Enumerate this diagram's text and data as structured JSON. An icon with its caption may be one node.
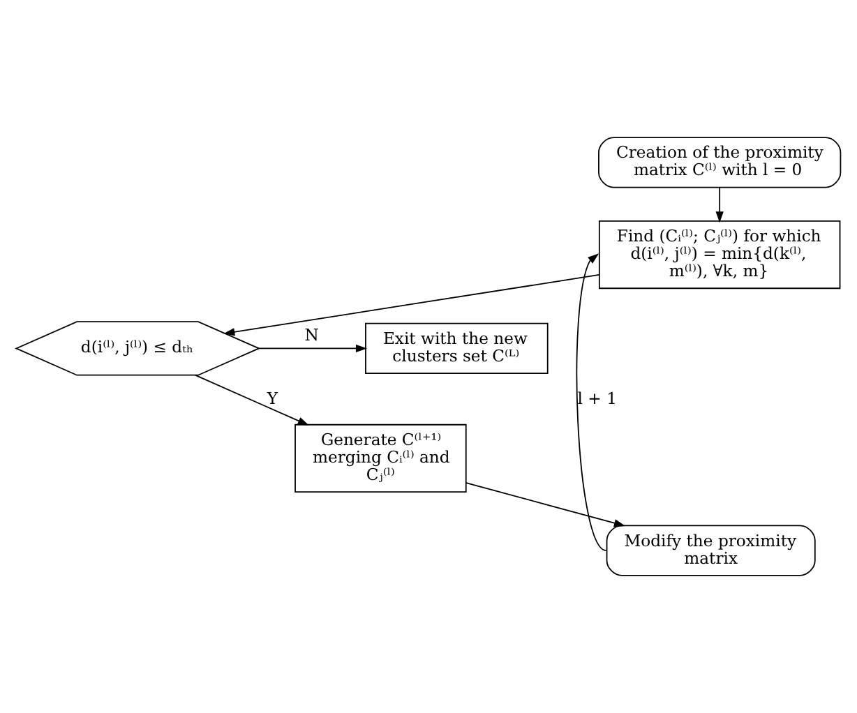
{
  "diagram": {
    "nodes": [
      {
        "text": [
          "Creation of the proximity matrix C⁽ˡ⁾ with l = 0"
        ]
      },
      {
        "text": [
          "Find (Cᵢ⁽ˡ⁾; Cⱼ⁽ˡ⁾) for which d(i⁽ˡ⁾, j⁽ˡ⁾) = min{d(k⁽ˡ⁾, m⁽ˡ⁾), ∀k, m}"
        ]
      },
      {
        "text": [
          "d(i⁽ˡ⁾, j⁽ˡ⁾) ≤ dₜₕ"
        ]
      },
      {
        "text": [
          "Exit with the new clusters set C⁽ᴸ⁾"
        ]
      },
      {
        "text": [
          "Generate C⁽ˡ⁺¹⁾ merging Cᵢ⁽ˡ⁾ and Cⱼ⁽ˡ⁾"
        ]
      },
      {
        "text": [
          "Modify the proximity matrix"
        ]
      }
    ],
    "edges": [
      {
        "from": 0,
        "to": 1,
        "arrow": "to"
      },
      {
        "from": 1,
        "to": 2,
        "arrow": "to"
      },
      {
        "from": 2,
        "to": 3,
        "arrow": "to",
        "label": "N"
      },
      {
        "from": 2,
        "to": 4,
        "arrow": "to",
        "label": "Y"
      },
      {
        "from": 4,
        "to": 5,
        "arrow": "to"
      },
      {
        "from": 5,
        "to": 1,
        "arrow": "to",
        "label": "l + 1"
      }
    ]
  }
}
